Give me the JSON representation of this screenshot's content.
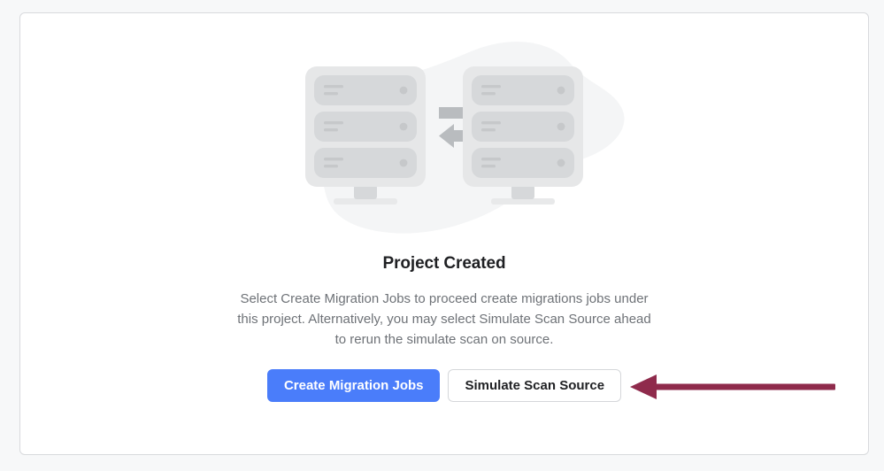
{
  "theme": {
    "page_background": "#f7f8f9",
    "card_background": "#ffffff",
    "card_border": "#d8dadd",
    "primary_accent": "#4a7dfa",
    "secondary_border": "#d5d7da",
    "title_color": "#1f2023",
    "body_text_color": "#6e7277",
    "annotation_arrow_color": "#8f2b4c",
    "illustration_blob": "#f4f5f6",
    "illustration_server_shell": "#e6e7e8",
    "illustration_server_unit": "#d6d8da",
    "illustration_exchange_arrow": "#b9bcbf"
  },
  "empty_state": {
    "illustration_name": "server-migration-illustration",
    "title": "Project Created",
    "description": "Select Create Migration Jobs to proceed create migrations jobs under this project. Alternatively, you may select Simulate Scan Source ahead to rerun the simulate scan on source.",
    "primary_button_label": "Create Migration Jobs",
    "secondary_button_label": "Simulate Scan Source"
  },
  "annotation": {
    "name": "pointer-arrow",
    "direction": "left",
    "points_to": "Simulate Scan Source"
  }
}
